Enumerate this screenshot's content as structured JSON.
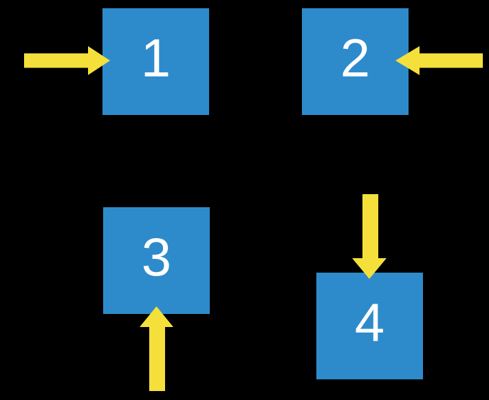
{
  "background": "#000000",
  "colors": {
    "square_fill": "#2E8BCB",
    "number_text": "#FFFFFF",
    "arrow_fill": "#F5E03B"
  },
  "squares": [
    {
      "label": "1",
      "position": "top-left"
    },
    {
      "label": "2",
      "position": "top-right"
    },
    {
      "label": "3",
      "position": "bottom-left"
    },
    {
      "label": "4",
      "position": "bottom-right"
    }
  ],
  "arrows": [
    {
      "direction": "right",
      "points_to": "1",
      "enters_side": "left"
    },
    {
      "direction": "left",
      "points_to": "2",
      "enters_side": "right"
    },
    {
      "direction": "up",
      "points_to": "3",
      "enters_side": "bottom"
    },
    {
      "direction": "down",
      "points_to": "4",
      "enters_side": "top"
    }
  ]
}
